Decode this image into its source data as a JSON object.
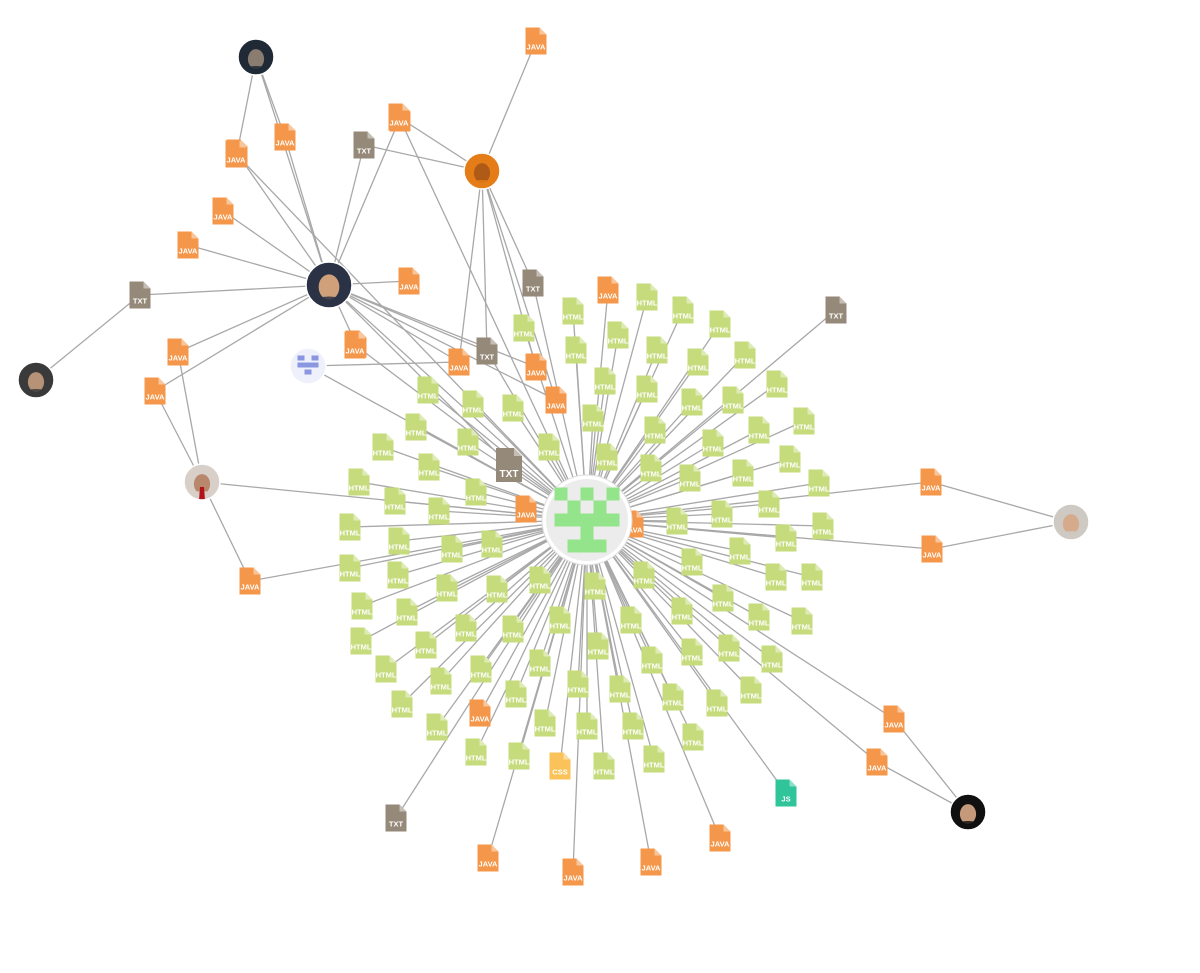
{
  "graph": {
    "colors": {
      "edge": "#a8a8a8",
      "HTML": "#c5db7c",
      "JAVA": "#f4974a",
      "TXT": "#958979",
      "CSS": "#f9c35a",
      "JS": "#2fc49a",
      "hub_pixel": "#93e48a",
      "hub_bg": "#ececec",
      "identicon": "#8a97e0"
    },
    "nodes": [
      {
        "id": "hub",
        "kind": "hub",
        "icon": "pixel-identicon"
      },
      {
        "id": "u-top",
        "kind": "avatar",
        "icon": "avatar-photo"
      },
      {
        "id": "u-orange",
        "kind": "avatar",
        "icon": "avatar-photo"
      },
      {
        "id": "u-center",
        "kind": "avatar",
        "icon": "avatar-photo"
      },
      {
        "id": "u-left",
        "kind": "avatar",
        "icon": "avatar-photo"
      },
      {
        "id": "u-tie",
        "kind": "avatar",
        "icon": "avatar-photo"
      },
      {
        "id": "u-right",
        "kind": "avatar",
        "icon": "avatar-photo"
      },
      {
        "id": "u-bottom",
        "kind": "avatar",
        "icon": "avatar-photo"
      },
      {
        "id": "ident",
        "kind": "identicon",
        "icon": "pixel-identicon"
      },
      {
        "id": "j1",
        "kind": "file",
        "label": "JAVA"
      },
      {
        "id": "j2",
        "kind": "file",
        "label": "JAVA"
      },
      {
        "id": "j3",
        "kind": "file",
        "label": "JAVA"
      },
      {
        "id": "j4",
        "kind": "file",
        "label": "JAVA"
      },
      {
        "id": "j5",
        "kind": "file",
        "label": "JAVA"
      },
      {
        "id": "j6",
        "kind": "file",
        "label": "JAVA"
      },
      {
        "id": "j7",
        "kind": "file",
        "label": "JAVA"
      },
      {
        "id": "j8",
        "kind": "file",
        "label": "JAVA"
      },
      {
        "id": "j9",
        "kind": "file",
        "label": "JAVA"
      },
      {
        "id": "j10",
        "kind": "file",
        "label": "JAVA"
      },
      {
        "id": "j11",
        "kind": "file",
        "label": "JAVA"
      },
      {
        "id": "j12",
        "kind": "file",
        "label": "JAVA"
      },
      {
        "id": "j13",
        "kind": "file",
        "label": "JAVA"
      },
      {
        "id": "j14",
        "kind": "file",
        "label": "JAVA"
      },
      {
        "id": "j15",
        "kind": "file",
        "label": "JAVA"
      },
      {
        "id": "j16",
        "kind": "file",
        "label": "JAVA"
      },
      {
        "id": "j17",
        "kind": "file",
        "label": "JAVA"
      },
      {
        "id": "j18",
        "kind": "file",
        "label": "JAVA"
      },
      {
        "id": "j19",
        "kind": "file",
        "label": "JAVA"
      },
      {
        "id": "j20",
        "kind": "file",
        "label": "JAVA"
      },
      {
        "id": "j21",
        "kind": "file",
        "label": "JAVA"
      },
      {
        "id": "j22",
        "kind": "file",
        "label": "JAVA"
      },
      {
        "id": "j23",
        "kind": "file",
        "label": "JAVA"
      },
      {
        "id": "j24",
        "kind": "file",
        "label": "JAVA"
      },
      {
        "id": "j25",
        "kind": "file",
        "label": "JAVA"
      },
      {
        "id": "j26",
        "kind": "file",
        "label": "JAVA"
      },
      {
        "id": "j27",
        "kind": "file",
        "label": "JAVA"
      },
      {
        "id": "j28",
        "kind": "file",
        "label": "JAVA"
      },
      {
        "id": "j29",
        "kind": "file",
        "label": "JAVA"
      },
      {
        "id": "t1",
        "kind": "file",
        "label": "TXT"
      },
      {
        "id": "t2",
        "kind": "file",
        "label": "TXT"
      },
      {
        "id": "t3",
        "kind": "file",
        "label": "TXT"
      },
      {
        "id": "t4",
        "kind": "file",
        "label": "TXT"
      },
      {
        "id": "t5",
        "kind": "file",
        "label": "TXT"
      },
      {
        "id": "t6",
        "kind": "file",
        "label": "TXT"
      },
      {
        "id": "t7",
        "kind": "file",
        "label": "TXT"
      },
      {
        "id": "c1",
        "kind": "file",
        "label": "CSS"
      },
      {
        "id": "s1",
        "kind": "file",
        "label": "JS"
      },
      {
        "id": "h1",
        "kind": "file",
        "label": "HTML"
      },
      {
        "id": "h2",
        "kind": "file",
        "label": "HTML"
      },
      {
        "id": "h3",
        "kind": "file",
        "label": "HTML"
      },
      {
        "id": "h4",
        "kind": "file",
        "label": "HTML"
      },
      {
        "id": "h5",
        "kind": "file",
        "label": "HTML"
      },
      {
        "id": "h6",
        "kind": "file",
        "label": "HTML"
      },
      {
        "id": "h7",
        "kind": "file",
        "label": "HTML"
      },
      {
        "id": "h8",
        "kind": "file",
        "label": "HTML"
      },
      {
        "id": "h9",
        "kind": "file",
        "label": "HTML"
      },
      {
        "id": "h10",
        "kind": "file",
        "label": "HTML"
      },
      {
        "id": "h11",
        "kind": "file",
        "label": "HTML"
      },
      {
        "id": "h12",
        "kind": "file",
        "label": "HTML"
      },
      {
        "id": "h13",
        "kind": "file",
        "label": "HTML"
      },
      {
        "id": "h14",
        "kind": "file",
        "label": "HTML"
      },
      {
        "id": "h15",
        "kind": "file",
        "label": "HTML"
      },
      {
        "id": "h16",
        "kind": "file",
        "label": "HTML"
      },
      {
        "id": "h17",
        "kind": "file",
        "label": "HTML"
      },
      {
        "id": "h18",
        "kind": "file",
        "label": "HTML"
      },
      {
        "id": "h19",
        "kind": "file",
        "label": "HTML"
      },
      {
        "id": "h20",
        "kind": "file",
        "label": "HTML"
      },
      {
        "id": "h21",
        "kind": "file",
        "label": "HTML"
      },
      {
        "id": "h22",
        "kind": "file",
        "label": "HTML"
      },
      {
        "id": "h23",
        "kind": "file",
        "label": "HTML"
      },
      {
        "id": "h24",
        "kind": "file",
        "label": "HTML"
      },
      {
        "id": "h25",
        "kind": "file",
        "label": "HTML"
      },
      {
        "id": "h26",
        "kind": "file",
        "label": "HTML"
      },
      {
        "id": "h27",
        "kind": "file",
        "label": "HTML"
      },
      {
        "id": "h28",
        "kind": "file",
        "label": "HTML"
      },
      {
        "id": "h29",
        "kind": "file",
        "label": "HTML"
      },
      {
        "id": "h30",
        "kind": "file",
        "label": "HTML"
      },
      {
        "id": "h31",
        "kind": "file",
        "label": "HTML"
      },
      {
        "id": "h32",
        "kind": "file",
        "label": "HTML"
      },
      {
        "id": "h33",
        "kind": "file",
        "label": "HTML"
      },
      {
        "id": "h34",
        "kind": "file",
        "label": "HTML"
      },
      {
        "id": "h35",
        "kind": "file",
        "label": "HTML"
      },
      {
        "id": "h36",
        "kind": "file",
        "label": "HTML"
      },
      {
        "id": "h37",
        "kind": "file",
        "label": "HTML"
      },
      {
        "id": "h38",
        "kind": "file",
        "label": "HTML"
      },
      {
        "id": "h39",
        "kind": "file",
        "label": "HTML"
      },
      {
        "id": "h40",
        "kind": "file",
        "label": "HTML"
      },
      {
        "id": "h41",
        "kind": "file",
        "label": "HTML"
      },
      {
        "id": "h42",
        "kind": "file",
        "label": "HTML"
      },
      {
        "id": "h43",
        "kind": "file",
        "label": "HTML"
      },
      {
        "id": "h44",
        "kind": "file",
        "label": "HTML"
      },
      {
        "id": "h45",
        "kind": "file",
        "label": "HTML"
      },
      {
        "id": "h46",
        "kind": "file",
        "label": "HTML"
      },
      {
        "id": "h47",
        "kind": "file",
        "label": "HTML"
      },
      {
        "id": "h48",
        "kind": "file",
        "label": "HTML"
      },
      {
        "id": "h49",
        "kind": "file",
        "label": "HTML"
      },
      {
        "id": "h50",
        "kind": "file",
        "label": "HTML"
      },
      {
        "id": "h51",
        "kind": "file",
        "label": "HTML"
      },
      {
        "id": "h52",
        "kind": "file",
        "label": "HTML"
      },
      {
        "id": "h53",
        "kind": "file",
        "label": "HTML"
      },
      {
        "id": "h54",
        "kind": "file",
        "label": "HTML"
      },
      {
        "id": "h55",
        "kind": "file",
        "label": "HTML"
      },
      {
        "id": "h56",
        "kind": "file",
        "label": "HTML"
      },
      {
        "id": "h57",
        "kind": "file",
        "label": "HTML"
      },
      {
        "id": "h58",
        "kind": "file",
        "label": "HTML"
      },
      {
        "id": "h59",
        "kind": "file",
        "label": "HTML"
      },
      {
        "id": "h60",
        "kind": "file",
        "label": "HTML"
      },
      {
        "id": "h61",
        "kind": "file",
        "label": "HTML"
      },
      {
        "id": "h62",
        "kind": "file",
        "label": "HTML"
      },
      {
        "id": "h63",
        "kind": "file",
        "label": "HTML"
      },
      {
        "id": "h64",
        "kind": "file",
        "label": "HTML"
      },
      {
        "id": "h65",
        "kind": "file",
        "label": "HTML"
      },
      {
        "id": "h66",
        "kind": "file",
        "label": "HTML"
      },
      {
        "id": "h67",
        "kind": "file",
        "label": "HTML"
      },
      {
        "id": "h68",
        "kind": "file",
        "label": "HTML"
      },
      {
        "id": "h69",
        "kind": "file",
        "label": "HTML"
      },
      {
        "id": "h70",
        "kind": "file",
        "label": "HTML"
      },
      {
        "id": "h71",
        "kind": "file",
        "label": "HTML"
      },
      {
        "id": "h72",
        "kind": "file",
        "label": "HTML"
      },
      {
        "id": "h73",
        "kind": "file",
        "label": "HTML"
      },
      {
        "id": "h74",
        "kind": "file",
        "label": "HTML"
      },
      {
        "id": "h75",
        "kind": "file",
        "label": "HTML"
      },
      {
        "id": "h76",
        "kind": "file",
        "label": "HTML"
      },
      {
        "id": "h77",
        "kind": "file",
        "label": "HTML"
      },
      {
        "id": "h78",
        "kind": "file",
        "label": "HTML"
      },
      {
        "id": "h79",
        "kind": "file",
        "label": "HTML"
      },
      {
        "id": "h80",
        "kind": "file",
        "label": "HTML"
      },
      {
        "id": "h81",
        "kind": "file",
        "label": "HTML"
      },
      {
        "id": "h82",
        "kind": "file",
        "label": "HTML"
      },
      {
        "id": "h83",
        "kind": "file",
        "label": "HTML"
      },
      {
        "id": "h84",
        "kind": "file",
        "label": "HTML"
      },
      {
        "id": "h85",
        "kind": "file",
        "label": "HTML"
      },
      {
        "id": "h86",
        "kind": "file",
        "label": "HTML"
      },
      {
        "id": "h87",
        "kind": "file",
        "label": "HTML"
      },
      {
        "id": "h88",
        "kind": "file",
        "label": "HTML"
      },
      {
        "id": "h89",
        "kind": "file",
        "label": "HTML"
      },
      {
        "id": "h90",
        "kind": "file",
        "label": "HTML"
      },
      {
        "id": "h91",
        "kind": "file",
        "label": "HTML"
      },
      {
        "id": "h92",
        "kind": "file",
        "label": "HTML"
      },
      {
        "id": "h93",
        "kind": "file",
        "label": "HTML"
      },
      {
        "id": "h94",
        "kind": "file",
        "label": "HTML"
      },
      {
        "id": "h95",
        "kind": "file",
        "label": "HTML"
      },
      {
        "id": "h96",
        "kind": "file",
        "label": "HTML"
      },
      {
        "id": "h97",
        "kind": "file",
        "label": "HTML"
      },
      {
        "id": "h98",
        "kind": "file",
        "label": "HTML"
      },
      {
        "id": "h99",
        "kind": "file",
        "label": "HTML"
      },
      {
        "id": "h100",
        "kind": "file",
        "label": "HTML"
      },
      {
        "id": "h101",
        "kind": "file",
        "label": "HTML"
      },
      {
        "id": "h102",
        "kind": "file",
        "label": "HTML"
      },
      {
        "id": "h103",
        "kind": "file",
        "label": "HTML"
      },
      {
        "id": "h104",
        "kind": "file",
        "label": "HTML"
      },
      {
        "id": "h105",
        "kind": "file",
        "label": "HTML"
      },
      {
        "id": "h106",
        "kind": "file",
        "label": "HTML"
      },
      {
        "id": "h107",
        "kind": "file",
        "label": "HTML"
      },
      {
        "id": "h108",
        "kind": "file",
        "label": "HTML"
      },
      {
        "id": "h109",
        "kind": "file",
        "label": "HTML"
      },
      {
        "id": "h110",
        "kind": "file",
        "label": "HTML"
      },
      {
        "id": "h111",
        "kind": "file",
        "label": "HTML"
      },
      {
        "id": "h112",
        "kind": "file",
        "label": "HTML"
      },
      {
        "id": "h113",
        "kind": "file",
        "label": "HTML"
      },
      {
        "id": "h114",
        "kind": "file",
        "label": "HTML"
      },
      {
        "id": "h115",
        "kind": "file",
        "label": "HTML"
      },
      {
        "id": "h116",
        "kind": "file",
        "label": "HTML"
      },
      {
        "id": "h117",
        "kind": "file",
        "label": "HTML"
      },
      {
        "id": "h118",
        "kind": "file",
        "label": "HTML"
      },
      {
        "id": "h119",
        "kind": "file",
        "label": "HTML"
      },
      {
        "id": "h120",
        "kind": "file",
        "label": "HTML"
      },
      {
        "id": "h121",
        "kind": "file",
        "label": "HTML"
      },
      {
        "id": "h122",
        "kind": "file",
        "label": "HTML"
      },
      {
        "id": "h123",
        "kind": "file",
        "label": "HTML"
      },
      {
        "id": "h124",
        "kind": "file",
        "label": "HTML"
      },
      {
        "id": "h125",
        "kind": "file",
        "label": "HTML"
      },
      {
        "id": "h126",
        "kind": "file",
        "label": "HTML"
      },
      {
        "id": "h127",
        "kind": "file",
        "label": "HTML"
      },
      {
        "id": "h128",
        "kind": "file",
        "label": "HTML"
      },
      {
        "id": "h129",
        "kind": "file",
        "label": "HTML"
      },
      {
        "id": "h130",
        "kind": "file",
        "label": "HTML"
      },
      {
        "id": "h131",
        "kind": "file",
        "label": "HTML"
      },
      {
        "id": "h132",
        "kind": "file",
        "label": "HTML"
      },
      {
        "id": "h133",
        "kind": "file",
        "label": "HTML"
      },
      {
        "id": "h134",
        "kind": "file",
        "label": "HTML"
      },
      {
        "id": "h135",
        "kind": "file",
        "label": "HTML"
      }
    ],
    "edges": [
      [
        "u-top",
        "j1"
      ],
      [
        "u-top",
        "j2"
      ],
      [
        "u-top",
        "u-center"
      ],
      [
        "u-orange",
        "j3"
      ],
      [
        "u-orange",
        "j4"
      ],
      [
        "u-orange",
        "t1"
      ],
      [
        "u-orange",
        "j12"
      ],
      [
        "u-orange",
        "t3"
      ],
      [
        "u-orange",
        "t4"
      ],
      [
        "u-orange",
        "j13"
      ],
      [
        "u-orange",
        "j14"
      ],
      [
        "u-center",
        "j1"
      ],
      [
        "u-center",
        "j2"
      ],
      [
        "u-center",
        "j4"
      ],
      [
        "u-center",
        "t1"
      ],
      [
        "u-center",
        "j5"
      ],
      [
        "u-center",
        "j6"
      ],
      [
        "u-center",
        "t2"
      ],
      [
        "u-center",
        "j7"
      ],
      [
        "u-center",
        "j8"
      ],
      [
        "u-center",
        "j9"
      ],
      [
        "u-center",
        "j10"
      ],
      [
        "u-center",
        "j12"
      ],
      [
        "u-center",
        "t4"
      ],
      [
        "u-center",
        "j13"
      ],
      [
        "u-center",
        "t5"
      ],
      [
        "u-center",
        "j14"
      ],
      [
        "u-center",
        "hub"
      ],
      [
        "t2",
        "u-left"
      ],
      [
        "u-tie",
        "j9"
      ],
      [
        "u-tie",
        "j10"
      ],
      [
        "u-tie",
        "j11"
      ],
      [
        "u-tie",
        "hub"
      ],
      [
        "ident",
        "j12"
      ],
      [
        "ident",
        "hub"
      ],
      [
        "u-right",
        "j17"
      ],
      [
        "u-right",
        "j18"
      ],
      [
        "hub",
        "j17"
      ],
      [
        "hub",
        "j18"
      ],
      [
        "u-bottom",
        "j19"
      ],
      [
        "u-bottom",
        "j20"
      ],
      [
        "hub",
        "j19"
      ],
      [
        "hub",
        "j20"
      ],
      [
        "hub",
        "j11"
      ],
      [
        "hub",
        "j15"
      ],
      [
        "hub",
        "j16"
      ],
      [
        "hub",
        "j21"
      ],
      [
        "hub",
        "j22"
      ],
      [
        "hub",
        "j23"
      ],
      [
        "hub",
        "j24"
      ],
      [
        "hub",
        "j25"
      ],
      [
        "hub",
        "j26"
      ],
      [
        "hub",
        "j27"
      ],
      [
        "hub",
        "j28"
      ],
      [
        "hub",
        "j29"
      ],
      [
        "hub",
        "t3"
      ],
      [
        "hub",
        "t4"
      ],
      [
        "hub",
        "t5"
      ],
      [
        "hub",
        "t6"
      ],
      [
        "hub",
        "t7"
      ],
      [
        "hub",
        "c1"
      ],
      [
        "hub",
        "s1"
      ]
    ]
  }
}
